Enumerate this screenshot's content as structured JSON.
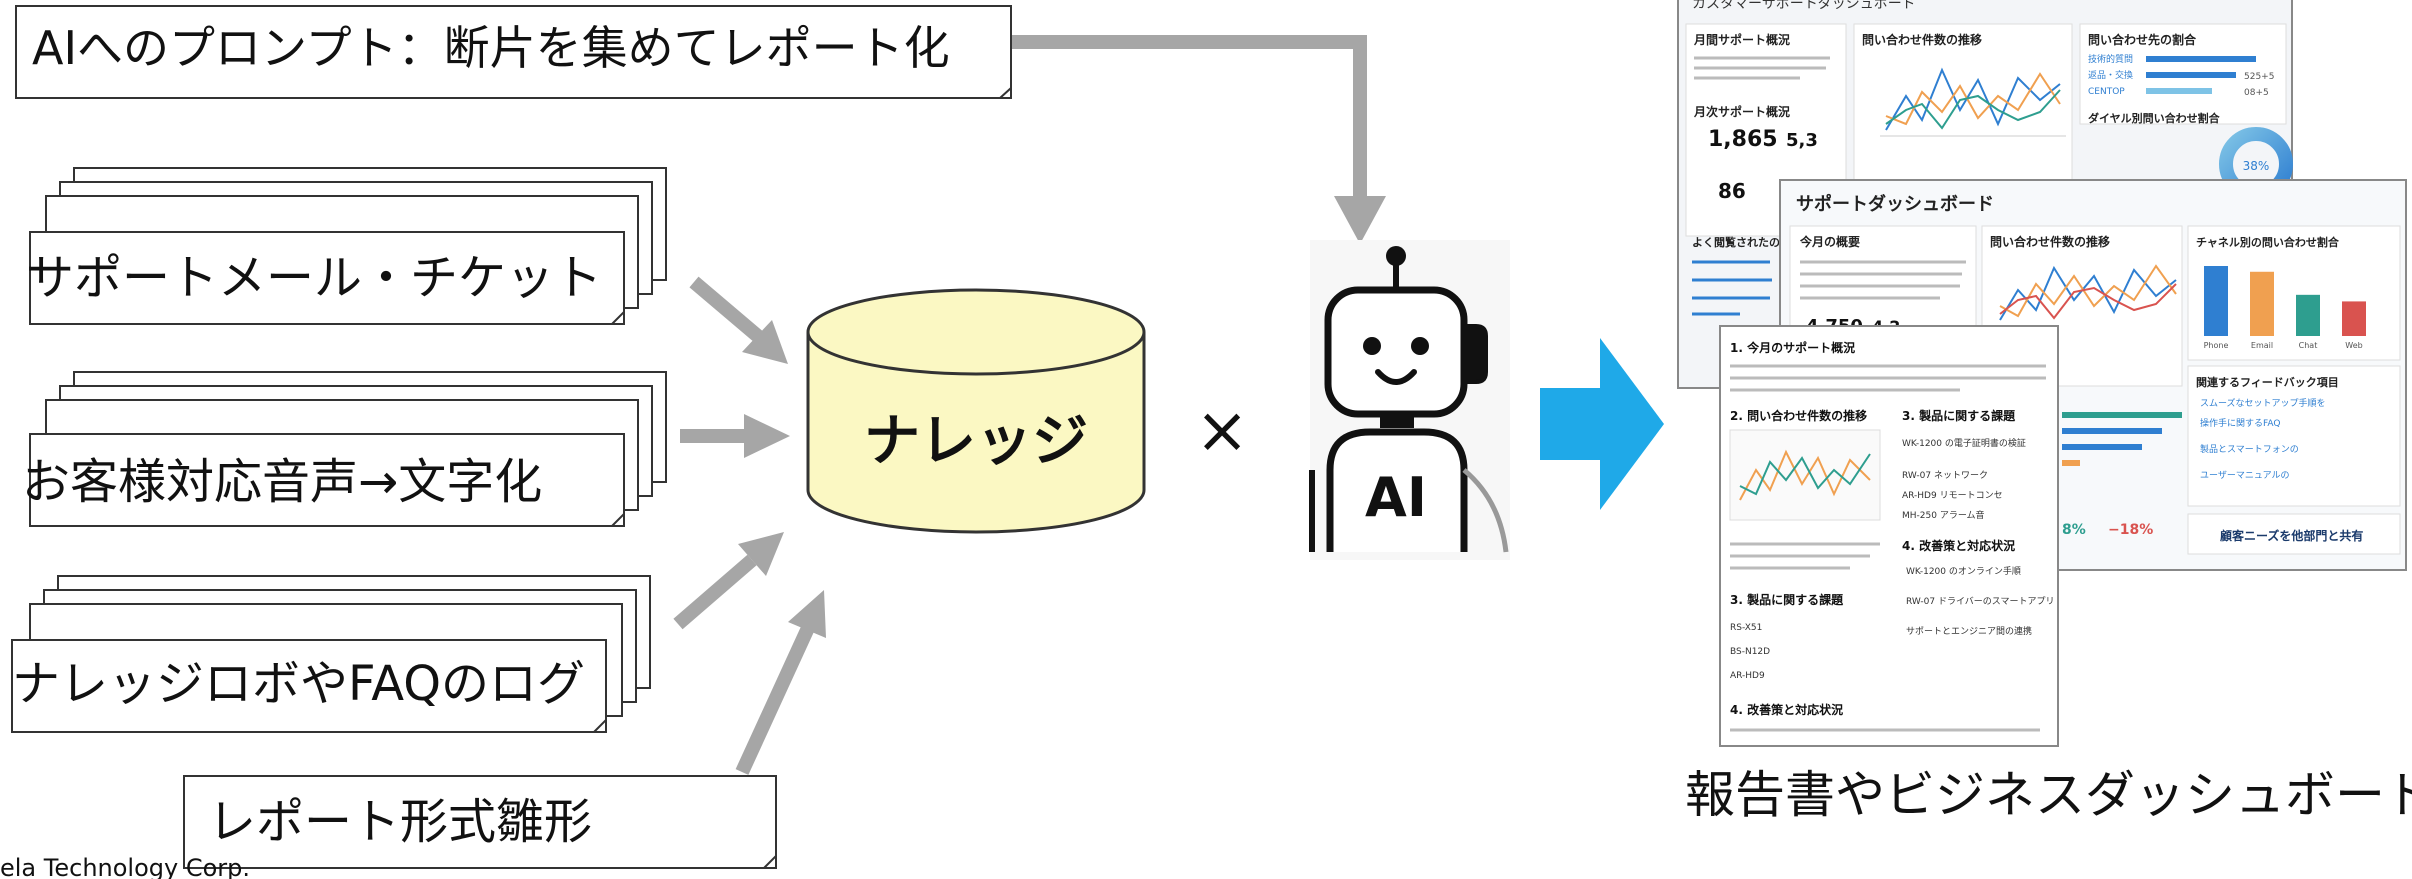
{
  "title_box": "AIへのプロンプト：断片を集めてレポート化",
  "sources": [
    "サポートメール・チケット",
    "お客様対応音声→文字化",
    "ナレッジロボやFAQのログ"
  ],
  "template_box": "レポート形式雛形",
  "knowledge_label": "ナレッジ",
  "times_symbol": "×",
  "robot_label": "AI",
  "output_caption": "報告書やビジネスダッシュボード",
  "footer": "ela Technology Corp.",
  "colors": {
    "arrow_gray": "#a6a6a6",
    "arrow_blue": "#1fa9e8",
    "cylinder_fill": "#fbf8c3",
    "chart_blue": "#2f7fd1",
    "chart_orange": "#f0a050",
    "chart_teal": "#2e9e8f",
    "chart_red": "#d9534f"
  },
  "dashboard_back": {
    "title": "カスタマーサポートダッシュボード",
    "panel1_title": "月間サポート概況",
    "panel2_title": "問い合わせ件数の推移",
    "panel3_title": "問い合わせ先の割合",
    "kpi_title": "月次サポート概況",
    "kpi1_value": "1,865",
    "kpi2_value": "5,3",
    "kpi3_value": "86",
    "pie_title": "ダイヤル別問い合わせ割合",
    "pie_value": "38%",
    "bar_labels": [
      "技術的質問",
      "返品・交換",
      "CENTOP"
    ],
    "bar_values": [
      "",
      "525+5",
      "08+5"
    ],
    "faq_title": "よく閲覧されたの日"
  },
  "dashboard_front": {
    "title": "サポートダッシュボード",
    "summary_title": "今月の概要",
    "trend_title": "問い合わせ件数の推移",
    "channel_title": "チャネル別の問い合わせ割合",
    "channel_labels": [
      "Phone",
      "Email",
      "Chat",
      "Web"
    ],
    "channel_values": [
      85,
      78,
      50,
      42
    ],
    "kpi1": "4,750",
    "kpi2": "4.2",
    "feedback_title": "関連するフィードバック項目",
    "feedback_items": [
      "スムーズなセットアップ手順を",
      "操作手に関するFAQ",
      "製品とスマートフォンの",
      "ユーザーマニュアルの"
    ],
    "pct1": "8%",
    "pct2": "−18%",
    "share_label": "顧客ニーズを他部門と共有"
  },
  "report": {
    "s1_title": "1. 今月のサポート概況",
    "s2_title": "2. 問い合わせ件数の推移",
    "s3_title": "3. 製品に関する課題",
    "s4_title": "4. 改善策と対応状況",
    "items_right": [
      "WK-1200 の電子証明書の検証",
      "RW-07 ネットワーク",
      "AR-HD9 リモートコンセ",
      "MH-250 アラーム音"
    ],
    "items_left": [
      "RS-X51",
      "BS-N12D",
      "AR-HD9"
    ],
    "items_s4": [
      "WK-1200 のオンライン手順",
      "RW-07 ドライバーのスマートアプリ",
      "サポートとエンジニア間の連携"
    ]
  }
}
